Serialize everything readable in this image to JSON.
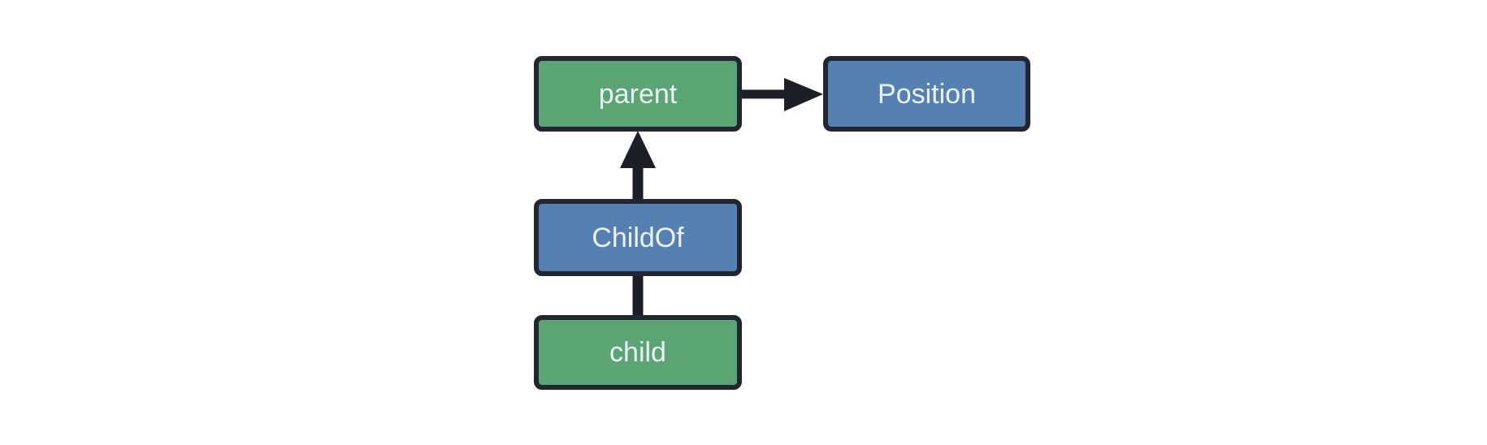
{
  "diagram": {
    "nodes": [
      {
        "id": "parent",
        "label": "parent",
        "type": "entity"
      },
      {
        "id": "Position",
        "label": "Position",
        "type": "component"
      },
      {
        "id": "ChildOf",
        "label": "ChildOf",
        "type": "relationship"
      },
      {
        "id": "child",
        "label": "child",
        "type": "entity"
      }
    ],
    "edges": [
      {
        "from": "parent",
        "to": "Position",
        "arrowhead": true,
        "direction": "right"
      },
      {
        "from": "ChildOf",
        "to": "parent",
        "arrowhead": true,
        "direction": "up"
      },
      {
        "from": "child",
        "to": "ChildOf",
        "arrowhead": false,
        "direction": "up"
      }
    ]
  },
  "colors": {
    "entity_fill": "#5ba473",
    "component_fill": "#5480b2",
    "node_border": "#212630",
    "arrow": "#1b1f27",
    "label_text": "#eef2f7",
    "canvas_background": "#ffffff"
  }
}
